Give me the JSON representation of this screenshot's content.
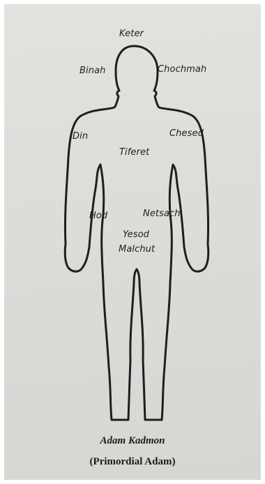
{
  "sefirot": {
    "keter": "Keter",
    "binah": "Binah",
    "chochmah": "Chochmah",
    "din": "Din",
    "chesed": "Chesed",
    "tiferet": "Tiferet",
    "hod": "Hod",
    "netsach": "Netsach",
    "yesod": "Yesod",
    "malchut": "Malchut"
  },
  "caption": {
    "title": "Adam Kadmon",
    "subtitle": "(Primordial Adam)"
  },
  "colors": {
    "paper": "#dcdcd9",
    "ink": "#1e1e1e"
  }
}
